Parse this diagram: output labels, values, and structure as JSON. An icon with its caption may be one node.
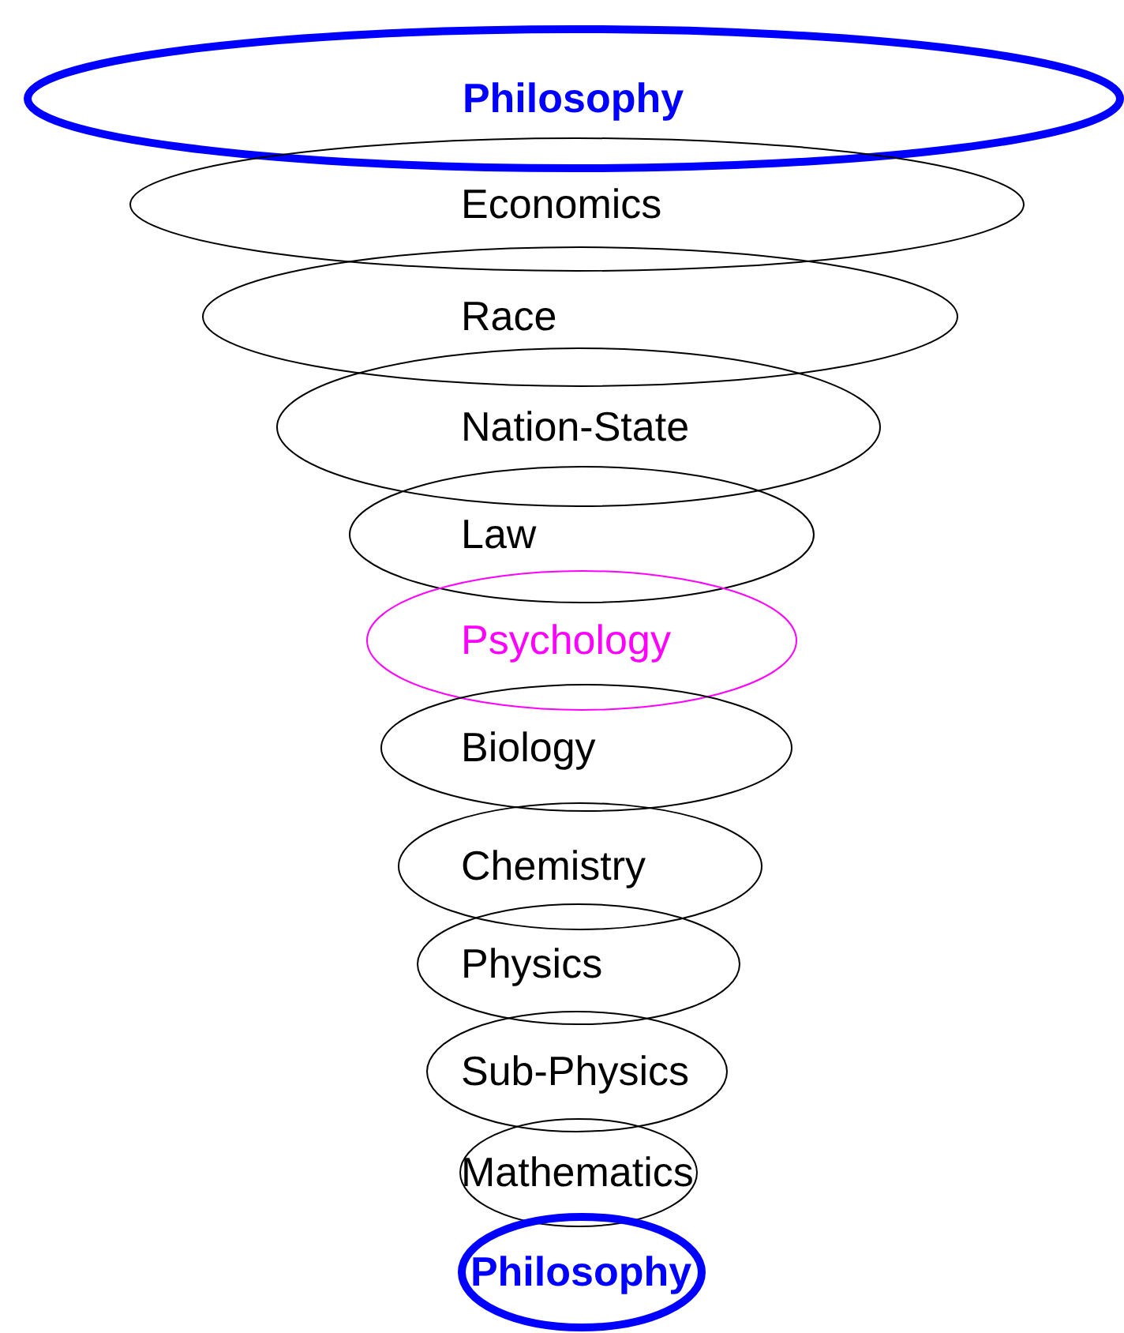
{
  "diagram": {
    "nodes": [
      {
        "text": [
          "Philosophy"
        ]
      },
      {
        "text": [
          "Economics"
        ]
      },
      {
        "text": [
          "Race"
        ]
      },
      {
        "text": [
          "Nation-State"
        ]
      },
      {
        "text": [
          "Law"
        ]
      },
      {
        "text": [
          "Psychology"
        ]
      },
      {
        "text": [
          "Biology"
        ]
      },
      {
        "text": [
          "Chemistry"
        ]
      },
      {
        "text": [
          "Physics"
        ]
      },
      {
        "text": [
          "Sub-Physics"
        ]
      },
      {
        "text": [
          "Mathematics"
        ]
      },
      {
        "text": [
          "Philosophy"
        ]
      }
    ]
  }
}
